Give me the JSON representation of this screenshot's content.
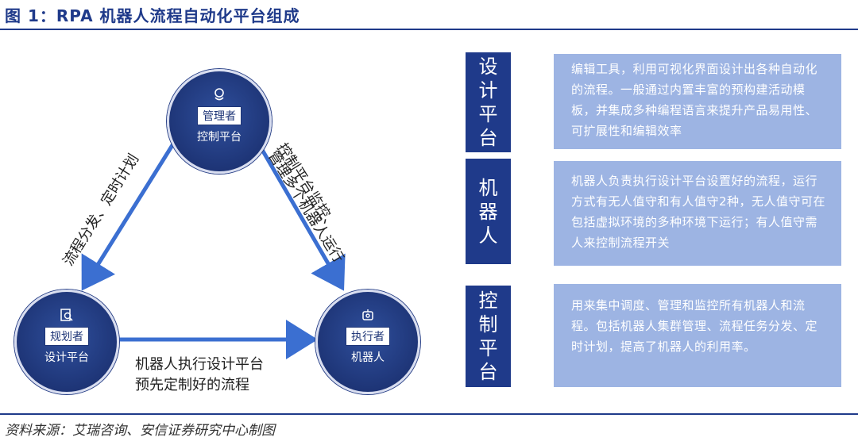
{
  "title": "图 1：RPA 机器人流程自动化平台组成",
  "source": "资料来源：艾瑞咨询、安信证券研究中心制图",
  "nodes": {
    "manager": {
      "role": "管理者",
      "platform": "控制平台"
    },
    "planner": {
      "role": "规划者",
      "platform": "设计平台"
    },
    "executor": {
      "role": "执行者",
      "platform": "机器人"
    }
  },
  "edges": {
    "left": "流程分发、定时计划",
    "right_line1": "控制平台监控、",
    "right_line2": "管理多个机器人运行",
    "bottom_line1": "机器人执行设计平台",
    "bottom_line2": "预先定制好的流程"
  },
  "panels": [
    {
      "tag": "设计平台",
      "desc": "编辑工具，利用可视化界面设计出各种自动化的流程。一般通过内置丰富的预构建活动模板，并集成多种编程语言来提升产品易用性、可扩展性和编辑效率"
    },
    {
      "tag": "机器人",
      "desc": "机器人负责执行设计平台设置好的流程，运行方式有无人值守和有人值守2种，无人值守可在包括虚拟环境的多种环境下运行；有人值守需人来控制流程开关"
    },
    {
      "tag": "控制平台",
      "desc": "用来集中调度、管理和监控所有机器人和流程。包括机器人集群管理、流程任务分发、定时计划，提高了机器人的利用率。"
    }
  ],
  "colors": {
    "navy": "#1f3a8a",
    "arrow": "#3b6fd1",
    "panel": "#9db4e3"
  },
  "icons": {
    "manager": "user-icon",
    "planner": "search-doc-icon",
    "executor": "robot-icon"
  }
}
